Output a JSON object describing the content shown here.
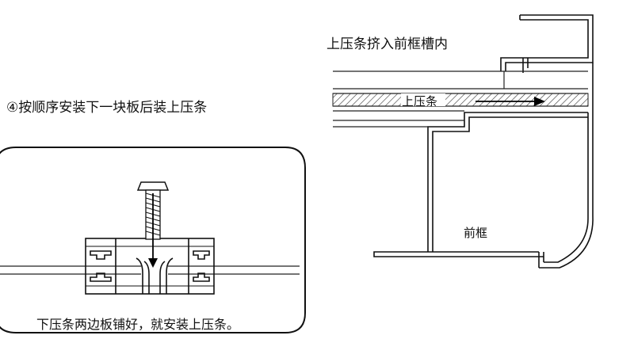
{
  "step_label": "④按顺序安装下一块板后装上压条",
  "left_caption": "下压条两边板铺好，就安装上压条。",
  "right_caption": "上压条挤入前框槽内",
  "upper_strip_label": "上压条",
  "front_frame_label": "前框"
}
